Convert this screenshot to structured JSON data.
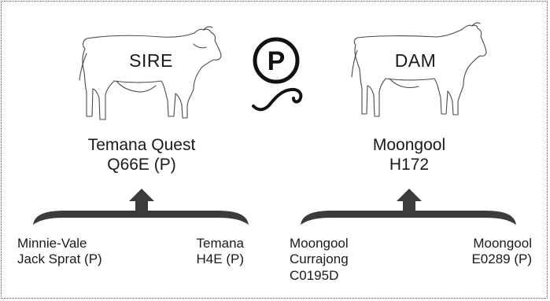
{
  "sire": {
    "label": "SIRE",
    "name": "Temana Quest",
    "id": "Q66E (P)",
    "parents": [
      {
        "line1": "Minnie-Vale",
        "line2": "Jack Sprat (P)"
      },
      {
        "line1": "Temana",
        "line2": "H4E (P)"
      }
    ]
  },
  "dam": {
    "label": "DAM",
    "name": "Moongool",
    "id": "H172",
    "parents": [
      {
        "line1": "Moongool",
        "line2": "Currajong",
        "line3": "C0195D"
      },
      {
        "line1": "Moongool",
        "line2": "E0289 (P)"
      }
    ]
  },
  "polled_symbol": "P",
  "icons": [
    "bull-icon",
    "cow-icon",
    "polled-p-icon",
    "bracket-arrow-icon"
  ],
  "colors": {
    "line": "#3c3c3c",
    "symbol": "#111111",
    "border": "#555555"
  }
}
